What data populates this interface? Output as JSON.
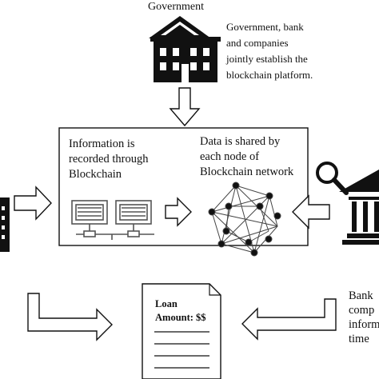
{
  "government": {
    "label": "Government",
    "description_lines": [
      "Government, bank",
      "and companies",
      "jointly establish the",
      "blockchain platform."
    ]
  },
  "platform": {
    "recorded_lines": [
      "Information is",
      "recorded through",
      "Blockchain"
    ],
    "shared_lines": [
      "Data is shared by",
      "each node of",
      "Blockchain network"
    ]
  },
  "bank": {
    "text_lines": [
      "Bank",
      "comp",
      "inform",
      "time"
    ]
  },
  "document": {
    "loan_lines": [
      "Loan",
      "Amount: $$"
    ]
  },
  "icons": [
    "government-building-icon",
    "computer-network-icon",
    "blockchain-network-icon",
    "magnifier-icon",
    "bank-icon",
    "company-building-icon",
    "loan-document-icon"
  ]
}
